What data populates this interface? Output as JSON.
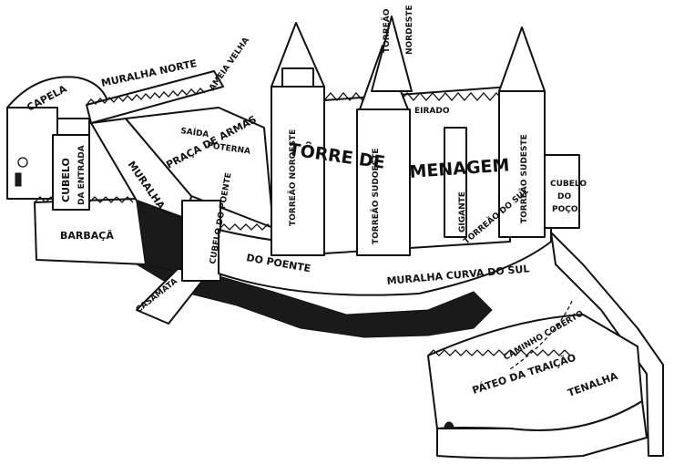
{
  "labels": {
    "capela": "CAPELA",
    "muralha_norte": "MURALHA NORTE",
    "ameia_velha": "AMEIA VELHA",
    "torreao_nordeste_1": "TORREÃO",
    "torreao_nordeste_2": "NORDESTE",
    "eirado": "EIRADO",
    "saida": "SAÍDA",
    "poterna": "POTERNA",
    "praca_de_armas": "PRAÇA DE ARMAS",
    "cubelo_da_entrada_1": "CUBELO",
    "cubelo_da_entrada_2": "DA ENTRADA",
    "muralha": "MURALHA",
    "barbaca": "BARBAÇÃ",
    "cubelo_do_poente": "CUBELO DO POENTE",
    "torreao_noroeste": "TORREÃO NOROESTE",
    "torre_de": "TÔRRE DE",
    "menagem": "MENAGEM",
    "torreao_sudoeste": "TORREÃO SUDOESTE",
    "gigante": "GIGANTE",
    "torreao_do_sul": "TORREÃO DO SUL",
    "torreao_sudeste": "TORREÃO SUDESTE",
    "cubelo_do_poco_1": "CUBELO",
    "cubelo_do_poco_2": "DO",
    "cubelo_do_poco_3": "POÇO",
    "do_poente": "DO POENTE",
    "muralha_curva_do_sul": "MURALHA CURVA DO SUL",
    "casamata": "CASAMATA",
    "caminho_coberto": "CAMINHO COBERTO",
    "pateo_da_traicao": "PÁTEO DA TRAIÇÃO",
    "tenalha": "TENALHA"
  }
}
